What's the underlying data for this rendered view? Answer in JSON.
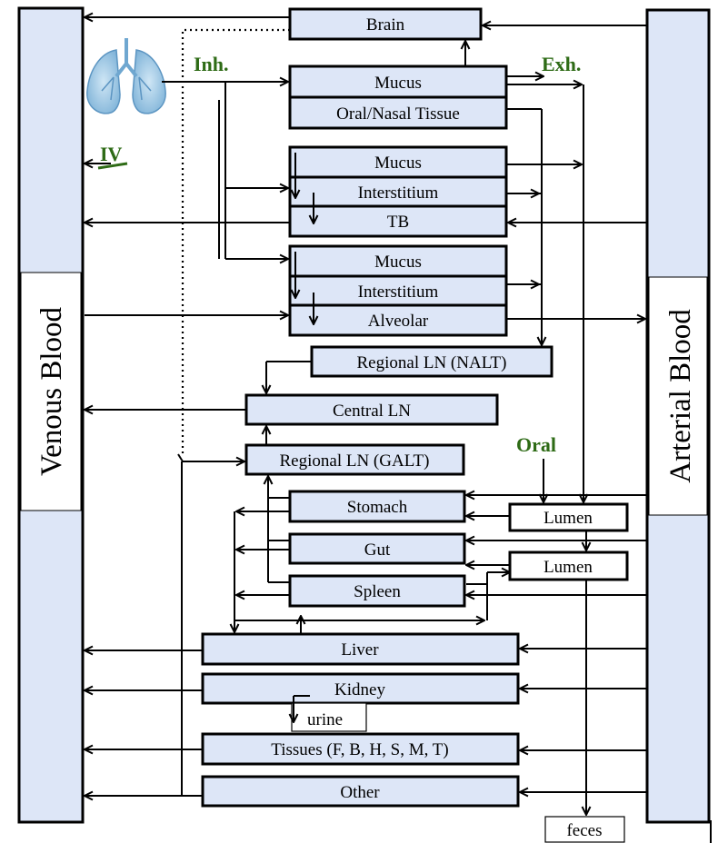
{
  "side_columns": {
    "venous": "Venous Blood",
    "arterial": "Arterial Blood"
  },
  "routes": {
    "inhalation": "Inh.",
    "exhalation": "Exh.",
    "iv": "IV",
    "oral": "Oral"
  },
  "nodes": {
    "brain": "Brain",
    "nasal_mucus": "Mucus",
    "oral_nasal_tissue": "Oral/Nasal Tissue",
    "tb_mucus": "Mucus",
    "tb_interstitium": "Interstitium",
    "tb": "TB",
    "alv_mucus": "Mucus",
    "alv_interstitium": "Interstitium",
    "alveolar": "Alveolar",
    "regional_ln_nalt": "Regional LN (NALT)",
    "central_ln": "Central LN",
    "regional_ln_galt": "Regional LN (GALT)",
    "stomach": "Stomach",
    "stomach_lumen": "Lumen",
    "gut": "Gut",
    "gut_lumen": "Lumen",
    "spleen": "Spleen",
    "liver": "Liver",
    "kidney": "Kidney",
    "urine": "urine",
    "tissues": "Tissues (F, B, H, S, M, T)",
    "other": "Other",
    "feces": "feces"
  },
  "colors": {
    "compartment_fill": "#dde6f7",
    "route_label": "#2e6b16",
    "lung_icon": "#8fc0e0"
  },
  "icons": {
    "lungs": "lungs-icon"
  }
}
